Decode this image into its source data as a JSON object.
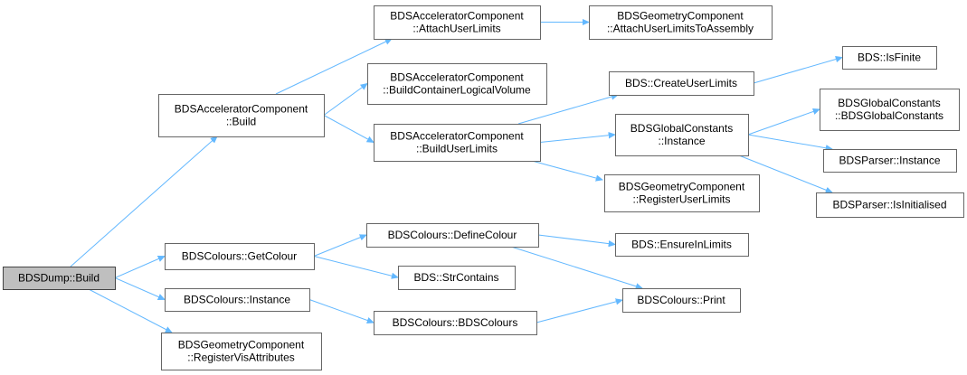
{
  "nodes": [
    {
      "id": "dump_build",
      "lines": [
        "BDSDump::Build"
      ],
      "root": true
    },
    {
      "id": "acc_build",
      "lines": [
        "BDSAcceleratorComponent",
        "::Build"
      ]
    },
    {
      "id": "colours_getcolour",
      "lines": [
        "BDSColours::GetColour"
      ]
    },
    {
      "id": "colours_instance",
      "lines": [
        "BDSColours::Instance"
      ]
    },
    {
      "id": "geom_regvis",
      "lines": [
        "BDSGeometryComponent",
        "::RegisterVisAttributes"
      ]
    },
    {
      "id": "acc_attach",
      "lines": [
        "BDSAcceleratorComponent",
        "::AttachUserLimits"
      ]
    },
    {
      "id": "acc_buildcontainer",
      "lines": [
        "BDSAcceleratorComponent",
        "::BuildContainerLogicalVolume"
      ]
    },
    {
      "id": "acc_builduser",
      "lines": [
        "BDSAcceleratorComponent",
        "::BuildUserLimits"
      ]
    },
    {
      "id": "colours_define",
      "lines": [
        "BDSColours::DefineColour"
      ]
    },
    {
      "id": "bds_strcontains",
      "lines": [
        "BDS::StrContains"
      ]
    },
    {
      "id": "colours_ctor",
      "lines": [
        "BDSColours::BDSColours"
      ]
    },
    {
      "id": "geom_attachassembly",
      "lines": [
        "BDSGeometryComponent",
        "::AttachUserLimitsToAssembly"
      ]
    },
    {
      "id": "bds_createuserlimits",
      "lines": [
        "BDS::CreateUserLimits"
      ]
    },
    {
      "id": "gc_instance",
      "lines": [
        "BDSGlobalConstants",
        "::Instance"
      ]
    },
    {
      "id": "geom_reguserlimits",
      "lines": [
        "BDSGeometryComponent",
        "::RegisterUserLimits"
      ]
    },
    {
      "id": "bds_ensureinlimits",
      "lines": [
        "BDS::EnsureInLimits"
      ]
    },
    {
      "id": "colours_print",
      "lines": [
        "BDSColours::Print"
      ]
    },
    {
      "id": "bds_isfinite",
      "lines": [
        "BDS::IsFinite"
      ]
    },
    {
      "id": "gc_ctor",
      "lines": [
        "BDSGlobalConstants",
        "::BDSGlobalConstants"
      ]
    },
    {
      "id": "parser_instance",
      "lines": [
        "BDSParser::Instance"
      ]
    },
    {
      "id": "parser_isinit",
      "lines": [
        "BDSParser::IsInitialised"
      ]
    }
  ],
  "edges": [
    [
      "dump_build",
      "acc_build"
    ],
    [
      "dump_build",
      "colours_getcolour"
    ],
    [
      "dump_build",
      "colours_instance"
    ],
    [
      "dump_build",
      "geom_regvis"
    ],
    [
      "acc_build",
      "acc_attach"
    ],
    [
      "acc_build",
      "acc_buildcontainer"
    ],
    [
      "acc_build",
      "acc_builduser"
    ],
    [
      "acc_attach",
      "geom_attachassembly"
    ],
    [
      "acc_builduser",
      "bds_createuserlimits"
    ],
    [
      "acc_builduser",
      "gc_instance"
    ],
    [
      "acc_builduser",
      "geom_reguserlimits"
    ],
    [
      "bds_createuserlimits",
      "bds_isfinite"
    ],
    [
      "gc_instance",
      "gc_ctor"
    ],
    [
      "gc_instance",
      "parser_instance"
    ],
    [
      "gc_instance",
      "parser_isinit"
    ],
    [
      "colours_getcolour",
      "colours_define"
    ],
    [
      "colours_getcolour",
      "bds_strcontains"
    ],
    [
      "colours_define",
      "bds_ensureinlimits"
    ],
    [
      "colours_define",
      "colours_print"
    ],
    [
      "colours_instance",
      "colours_ctor"
    ],
    [
      "colours_ctor",
      "colours_print"
    ]
  ]
}
